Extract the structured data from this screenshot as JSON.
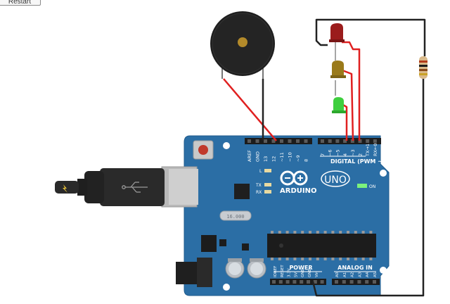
{
  "toolbar": {
    "restart_label": "Restart"
  },
  "board": {
    "brand": "ARDUINO",
    "model": "UNO",
    "on_label": "ON",
    "crystal_label": "16.000",
    "digital_title": "DIGITAL (PWM ~)",
    "power_title": "POWER",
    "analog_title": "ANALOG IN",
    "led_l": "L",
    "led_tx": "TX",
    "led_rx": "RX",
    "top_header_left": [
      "AREF",
      "GND",
      "13",
      "12",
      "~11",
      "~10",
      "~9",
      "8"
    ],
    "top_header_right": [
      "7",
      "~6",
      "~5",
      "4",
      "~3",
      "2",
      "TX→1",
      "RX←0"
    ],
    "bottom_power": [
      "IOREF",
      "RESET",
      "3.3V",
      "5V",
      "GND",
      "GND",
      "Vin"
    ],
    "bottom_analog": [
      "A0",
      "A1",
      "A2",
      "A3",
      "A4",
      "A5"
    ]
  },
  "components": {
    "leds": [
      {
        "color": "red",
        "hex": "#9b1c1c"
      },
      {
        "color": "yellow",
        "hex": "#9a7a1a"
      },
      {
        "color": "green",
        "hex": "#3ecf3e"
      }
    ],
    "piezo": "buzzer",
    "resistor": "resistor",
    "usb": "usb-cable"
  },
  "colors": {
    "board": "#2b6ea5",
    "wire_red": "#e02020",
    "wire_black": "#222222"
  }
}
